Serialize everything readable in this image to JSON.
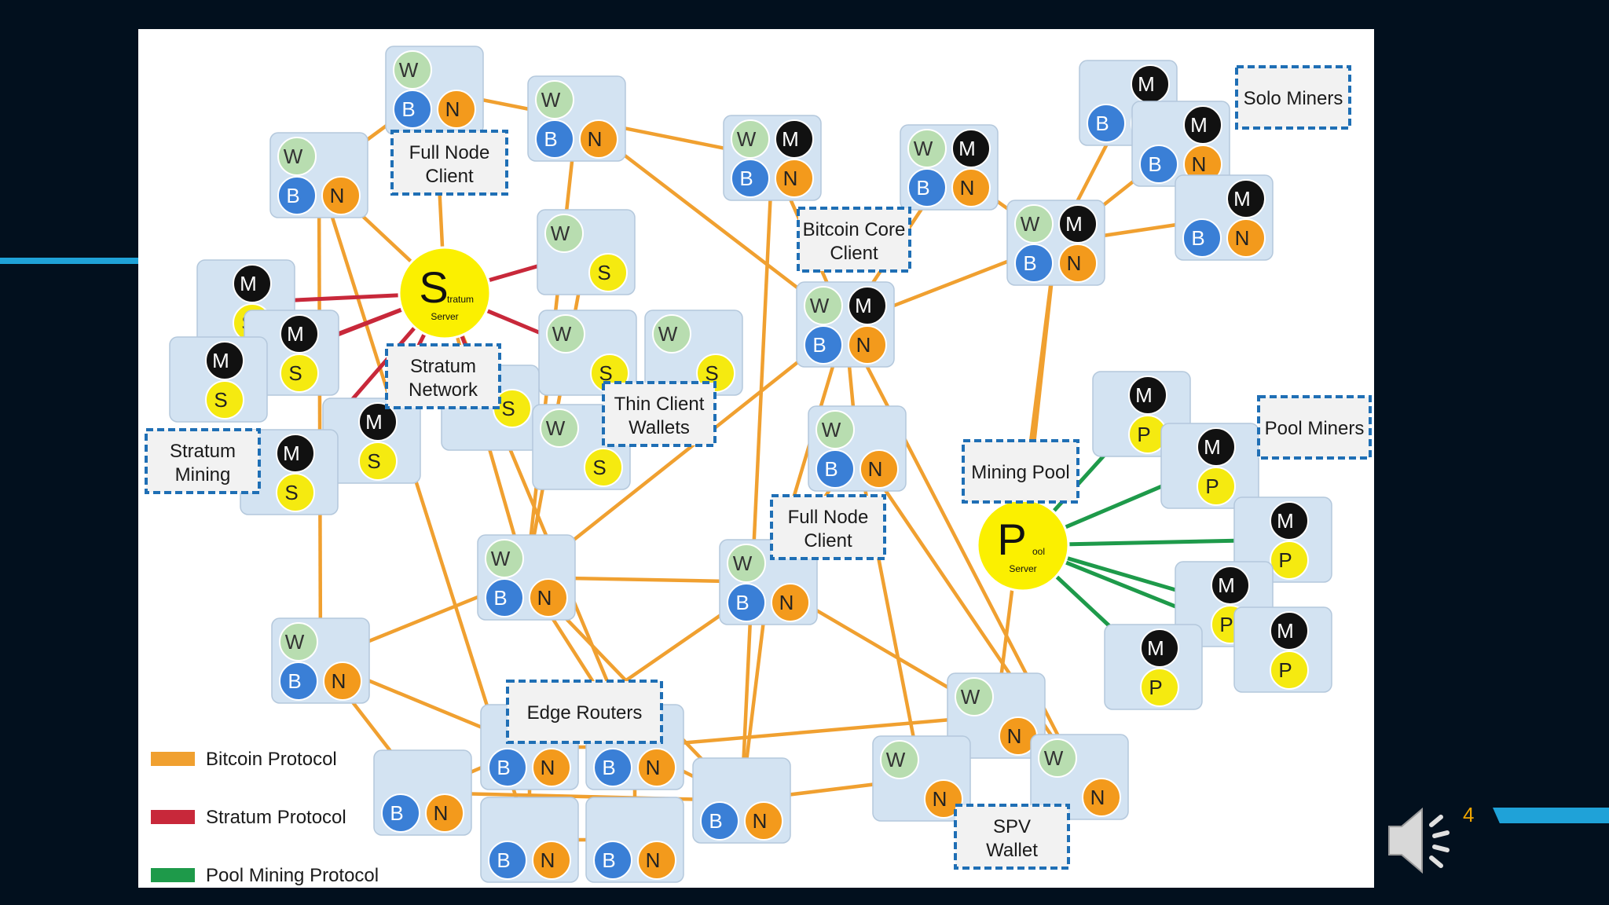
{
  "slide": {
    "number": "4"
  },
  "colors": {
    "background": "#02101e",
    "accent": "#1fa2d8",
    "bitcoin": "#f0a030",
    "stratum": "#c8283a",
    "pool": "#1e9a4a",
    "node_box": "#d3e3f2",
    "label_border": "#1f6fb5"
  },
  "badges": {
    "wallet": "W",
    "blockchain": "B",
    "network": "N",
    "miner": "M",
    "stratum": "S",
    "pool": "P"
  },
  "hubs": {
    "stratum": {
      "letter": "S",
      "suffix": "tratum",
      "sub": "Server"
    },
    "pool": {
      "letter": "P",
      "suffix": "ool",
      "sub": "Server"
    }
  },
  "labels": {
    "full_node_client_top": [
      "Full Node",
      "Client"
    ],
    "solo_miners": [
      "Solo Miners"
    ],
    "bitcoin_core_client": [
      "Bitcoin Core",
      "Client"
    ],
    "stratum_network": [
      "Stratum",
      "Network"
    ],
    "thin_client_wallets": [
      "Thin Client",
      "Wallets"
    ],
    "stratum_mining": [
      "Stratum",
      "Mining"
    ],
    "pool_miners": [
      "Pool Miners"
    ],
    "mining_pool": [
      "Mining Pool"
    ],
    "full_node_client_mid": [
      "Full Node",
      "Client"
    ],
    "edge_routers": [
      "Edge Routers"
    ],
    "spv_wallet": [
      "SPV",
      "Wallet"
    ]
  },
  "legend": [
    {
      "key": "bitcoin",
      "label": "Bitcoin Protocol"
    },
    {
      "key": "stratum",
      "label": "Stratum Protocol"
    },
    {
      "key": "pool",
      "label": "Pool Mining Protocol"
    }
  ]
}
